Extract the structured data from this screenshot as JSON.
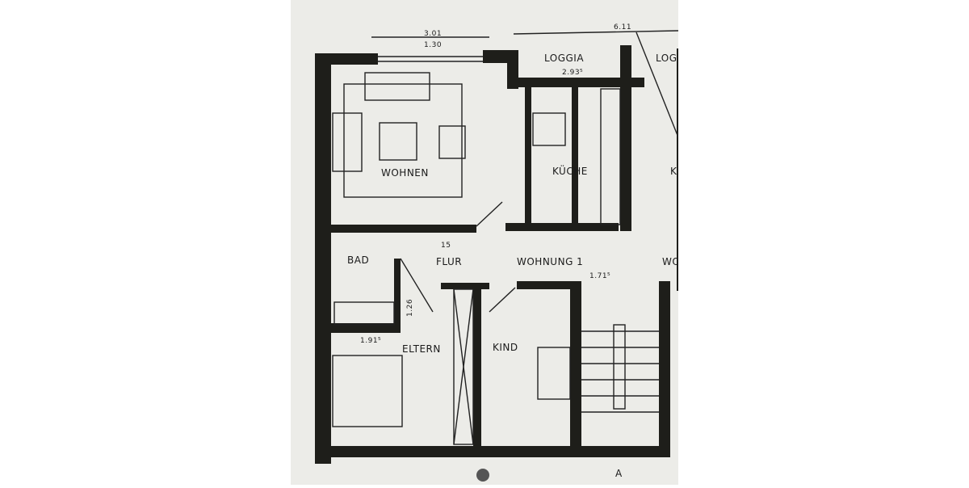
{
  "plan": {
    "rooms": {
      "wohnen": "WOHNEN",
      "kueche": "KÜCHE",
      "kueche_cut": "K",
      "loggia": "LOGGIA",
      "loggia_cut": "LOG",
      "bad": "BAD",
      "flur": "FLUR",
      "wohnung": "WOHNUNG 1",
      "wohnung_cut": "WO",
      "eltern": "ELTERN",
      "kind": "KIND"
    },
    "dimensions": {
      "top_width": "3.01",
      "top_window": "1.30",
      "loggia_width": "6.11",
      "loggia_area": "2.93⁵",
      "flur_small": "15",
      "wohnung_dim": "1.71⁵",
      "bad_height": "1.26",
      "bad_width": "1.91⁵"
    },
    "section_mark": "A"
  },
  "colors": {
    "paper": "#ecece8",
    "ink": "#1e1e1a"
  }
}
